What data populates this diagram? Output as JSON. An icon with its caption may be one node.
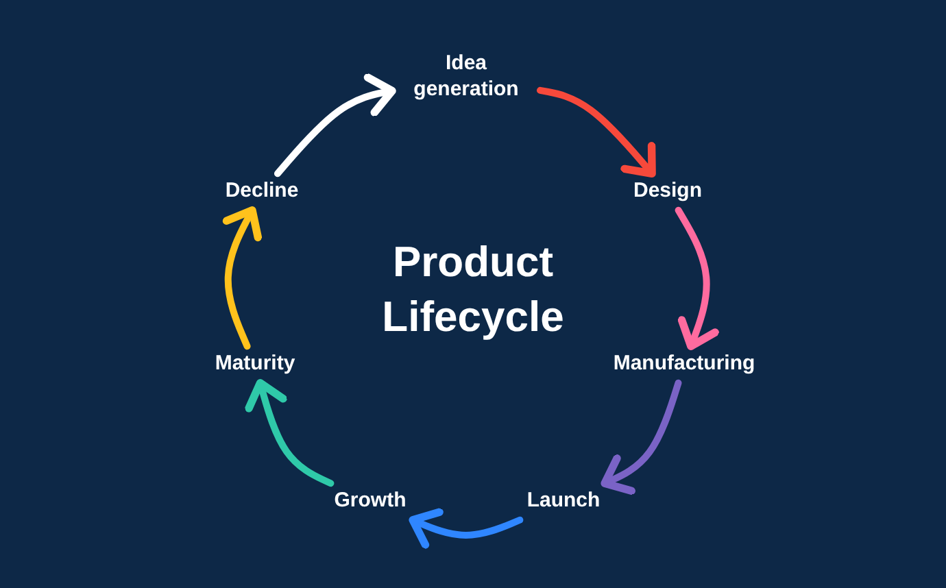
{
  "diagram": {
    "title": "Product Lifecycle",
    "nodes": [
      {
        "text": [
          "Idea generation"
        ]
      },
      {
        "text": [
          "Design"
        ]
      },
      {
        "text": [
          "Manufacturing"
        ]
      },
      {
        "text": [
          "Launch"
        ]
      },
      {
        "text": [
          "Growth"
        ]
      },
      {
        "text": [
          "Maturity"
        ]
      },
      {
        "text": [
          "Decline"
        ]
      }
    ],
    "edges": [
      {
        "from": 0,
        "to": 1,
        "arrow": "to",
        "color": "#f7493b"
      },
      {
        "from": 1,
        "to": 2,
        "arrow": "to",
        "color": "#ff6b9f"
      },
      {
        "from": 2,
        "to": 3,
        "arrow": "to",
        "color": "#7a63c6"
      },
      {
        "from": 3,
        "to": 4,
        "arrow": "to",
        "color": "#2f86ff"
      },
      {
        "from": 4,
        "to": 5,
        "arrow": "to",
        "color": "#2fc9a9"
      },
      {
        "from": 5,
        "to": 6,
        "arrow": "to",
        "color": "#ffc21c"
      },
      {
        "from": 6,
        "to": 0,
        "arrow": "to",
        "color": "#ffffff"
      }
    ]
  }
}
